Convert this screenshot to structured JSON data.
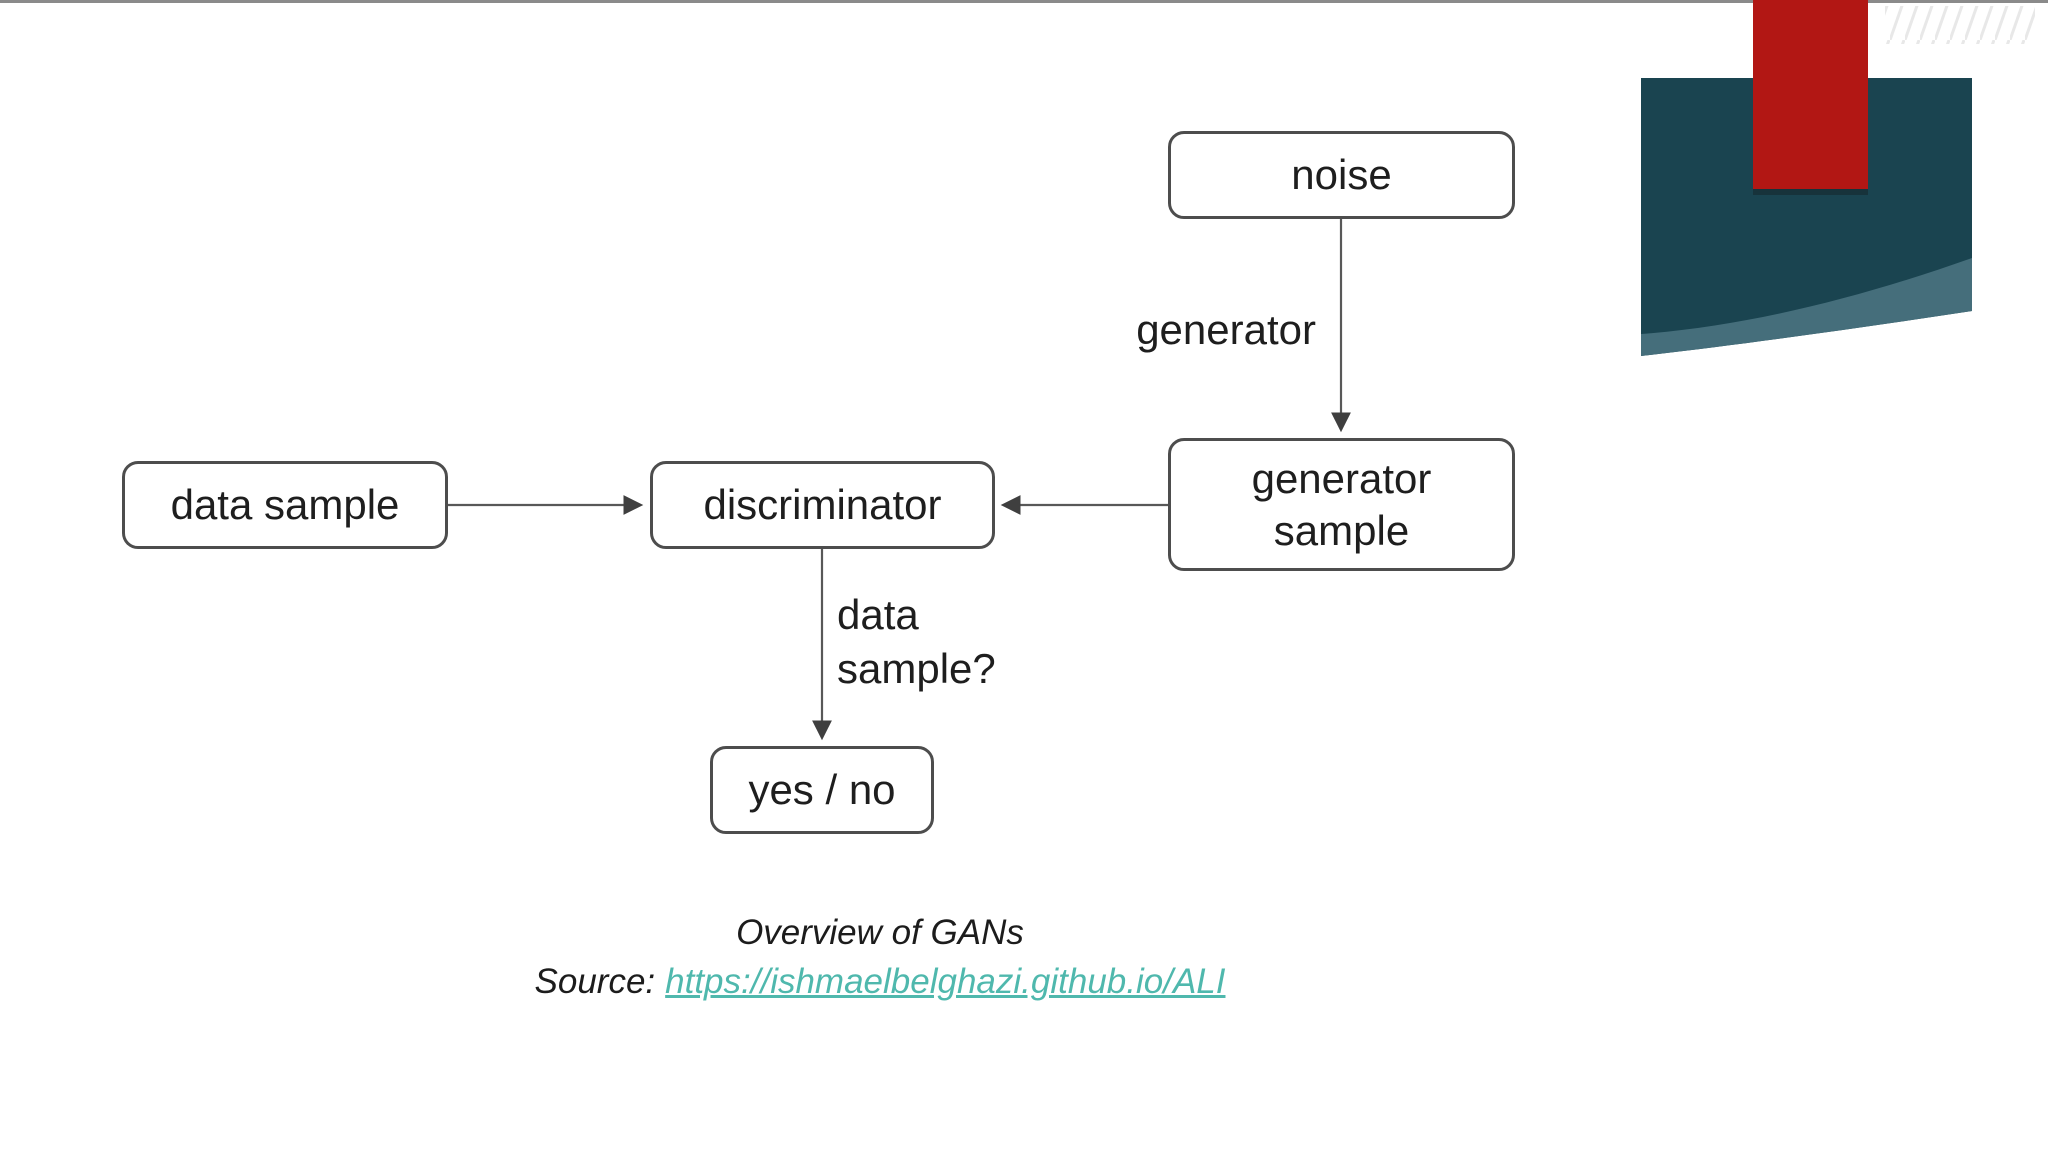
{
  "slide": {
    "background_color": "#ffffff",
    "top_line_color": "#8a8a8a"
  },
  "decor": {
    "teal_color": "#1a4450",
    "teal_light_color": "#456e7b",
    "red_color": "#b21714",
    "shadow_color": "#141414",
    "hatch_color": "#e4e4e4"
  },
  "diagram": {
    "nodes": {
      "noise": {
        "label": "noise"
      },
      "generator_sample": {
        "label": "generator\nsample"
      },
      "discriminator": {
        "label": "discriminator"
      },
      "data_sample": {
        "label": "data sample"
      },
      "yes_no": {
        "label": "yes / no"
      }
    },
    "edge_labels": {
      "generator": "generator",
      "data_sample_question": "data\nsample?"
    }
  },
  "caption": {
    "title": "Overview of GANs",
    "source_label": "Source:",
    "link_text": "https://ishmaelbelghazi.github.io/ALI",
    "link_color": "#4fb8ad",
    "text_color": "#1c1c1c"
  }
}
